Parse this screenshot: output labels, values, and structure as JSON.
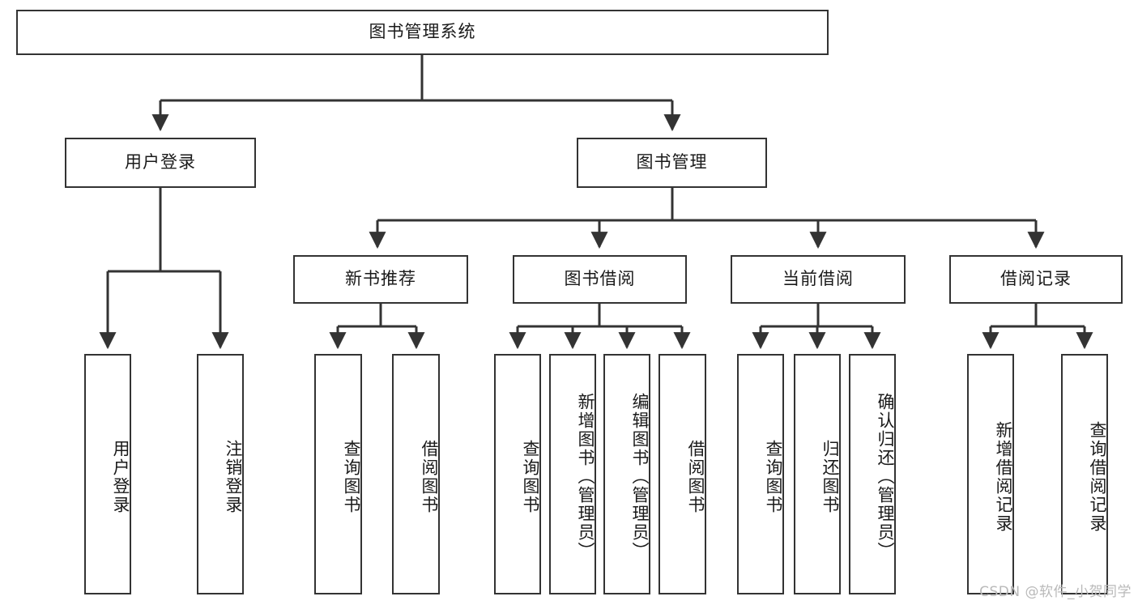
{
  "diagram": {
    "title": "图书管理系统",
    "type": "hierarchy-tree",
    "colors": {
      "box_stroke": "#333333",
      "box_fill": "#ffffff",
      "connector": "#333333",
      "text": "#1a1a1a",
      "watermark": "#b9b9b9",
      "background": "#ffffff"
    },
    "root": {
      "label": "图书管理系统",
      "orientation": "horizontal"
    },
    "level2": [
      {
        "label": "用户登录",
        "orientation": "horizontal"
      },
      {
        "label": "图书管理",
        "orientation": "horizontal"
      }
    ],
    "level3": [
      {
        "label": "新书推荐",
        "orientation": "horizontal",
        "parent": "图书管理"
      },
      {
        "label": "图书借阅",
        "orientation": "horizontal",
        "parent": "图书管理"
      },
      {
        "label": "当前借阅",
        "orientation": "horizontal",
        "parent": "图书管理"
      },
      {
        "label": "借阅记录",
        "orientation": "horizontal",
        "parent": "图书管理"
      }
    ],
    "leaves": [
      {
        "label": "用户登录",
        "orientation": "vertical",
        "parent": "用户登录"
      },
      {
        "label": "注销登录",
        "orientation": "vertical",
        "parent": "用户登录"
      },
      {
        "label": "查询图书",
        "orientation": "vertical",
        "parent": "新书推荐"
      },
      {
        "label": "借阅图书",
        "orientation": "vertical",
        "parent": "新书推荐"
      },
      {
        "label": "查询图书",
        "orientation": "vertical",
        "parent": "图书借阅"
      },
      {
        "label": "新增图书（管理员）",
        "orientation": "vertical",
        "parent": "图书借阅"
      },
      {
        "label": "编辑图书（管理员）",
        "orientation": "vertical",
        "parent": "图书借阅"
      },
      {
        "label": "借阅图书",
        "orientation": "vertical",
        "parent": "图书借阅"
      },
      {
        "label": "查询图书",
        "orientation": "vertical",
        "parent": "当前借阅"
      },
      {
        "label": "归还图书",
        "orientation": "vertical",
        "parent": "当前借阅"
      },
      {
        "label": "确认归还（管理员）",
        "orientation": "vertical",
        "parent": "当前借阅"
      },
      {
        "label": "新增借阅记录",
        "orientation": "vertical",
        "parent": "借阅记录"
      },
      {
        "label": "查询借阅记录",
        "orientation": "vertical",
        "parent": "借阅记录"
      }
    ]
  },
  "watermark": {
    "text": "CSDN @软件_小贺同学"
  }
}
